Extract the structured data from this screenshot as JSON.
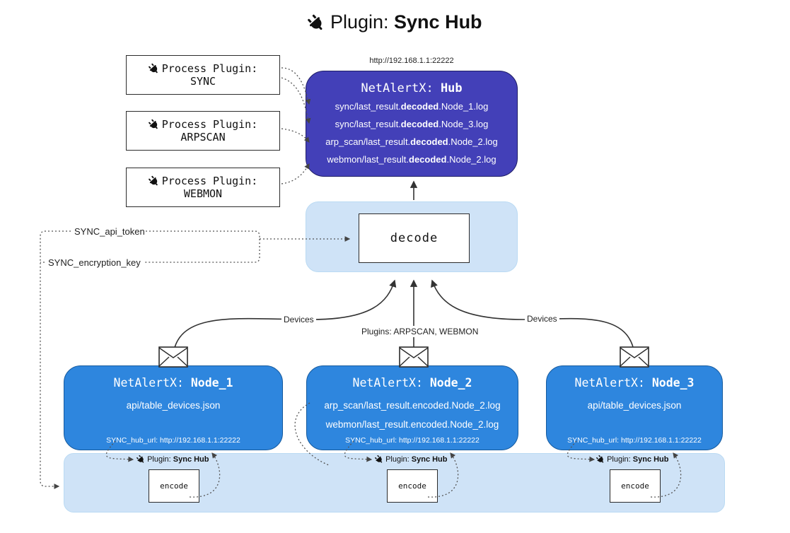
{
  "title": {
    "label": "Plugin:",
    "name": "Sync Hub"
  },
  "process_plugins": [
    {
      "label": "Process Plugin:",
      "name": "SYNC"
    },
    {
      "label": "Process Plugin:",
      "name": "ARPSCAN"
    },
    {
      "label": "Process Plugin:",
      "name": "WEBMON"
    }
  ],
  "hub": {
    "url": "http://192.168.1.1:22222",
    "title_label": "NetAlertX:",
    "title_name": "Hub",
    "lines": [
      {
        "pre": "sync/last_result.",
        "bold": "decoded",
        "post": ".Node_1.log"
      },
      {
        "pre": "sync/last_result.",
        "bold": "decoded",
        "post": ".Node_3.log"
      },
      {
        "pre": "arp_scan/last_result.",
        "bold": "decoded",
        "post": ".Node_2.log"
      },
      {
        "pre": "webmon/last_result.",
        "bold": "decoded",
        "post": ".Node_2.log"
      }
    ]
  },
  "decode_box": {
    "label": "decode"
  },
  "keys": {
    "api_token": "SYNC_api_token",
    "encryption_key": "SYNC_encryption_key"
  },
  "edge_labels": {
    "devices_left": "Devices",
    "plugins_center": "Plugins: ARPSCAN, WEBMON",
    "devices_right": "Devices"
  },
  "nodes": [
    {
      "title_label": "NetAlertX:",
      "title_name": "Node_1",
      "lines": [
        "api/table_devices.json"
      ],
      "hub_url": "SYNC_hub_url: http://192.168.1.1:22222"
    },
    {
      "title_label": "NetAlertX:",
      "title_name": "Node_2",
      "lines": [
        "arp_scan/last_result.encoded.Node_2.log",
        "webmon/last_result.encoded.Node_2.log"
      ],
      "hub_url": "SYNC_hub_url: http://192.168.1.1:22222"
    },
    {
      "title_label": "NetAlertX:",
      "title_name": "Node_3",
      "lines": [
        "api/table_devices.json"
      ],
      "hub_url": "SYNC_hub_url: http://192.168.1.1:22222"
    }
  ],
  "encode_strip": {
    "groups": [
      {
        "plugin_label": "Plugin:",
        "plugin_name": "Sync Hub",
        "encode_label": "encode"
      },
      {
        "plugin_label": "Plugin:",
        "plugin_name": "Sync Hub",
        "encode_label": "encode"
      },
      {
        "plugin_label": "Plugin:",
        "plugin_name": "Sync Hub",
        "encode_label": "encode"
      }
    ]
  },
  "colors": {
    "hub_fill": "#4340b8",
    "node_fill": "#2e86de",
    "container_fill": "#cfe3f7",
    "line": "#333333"
  }
}
